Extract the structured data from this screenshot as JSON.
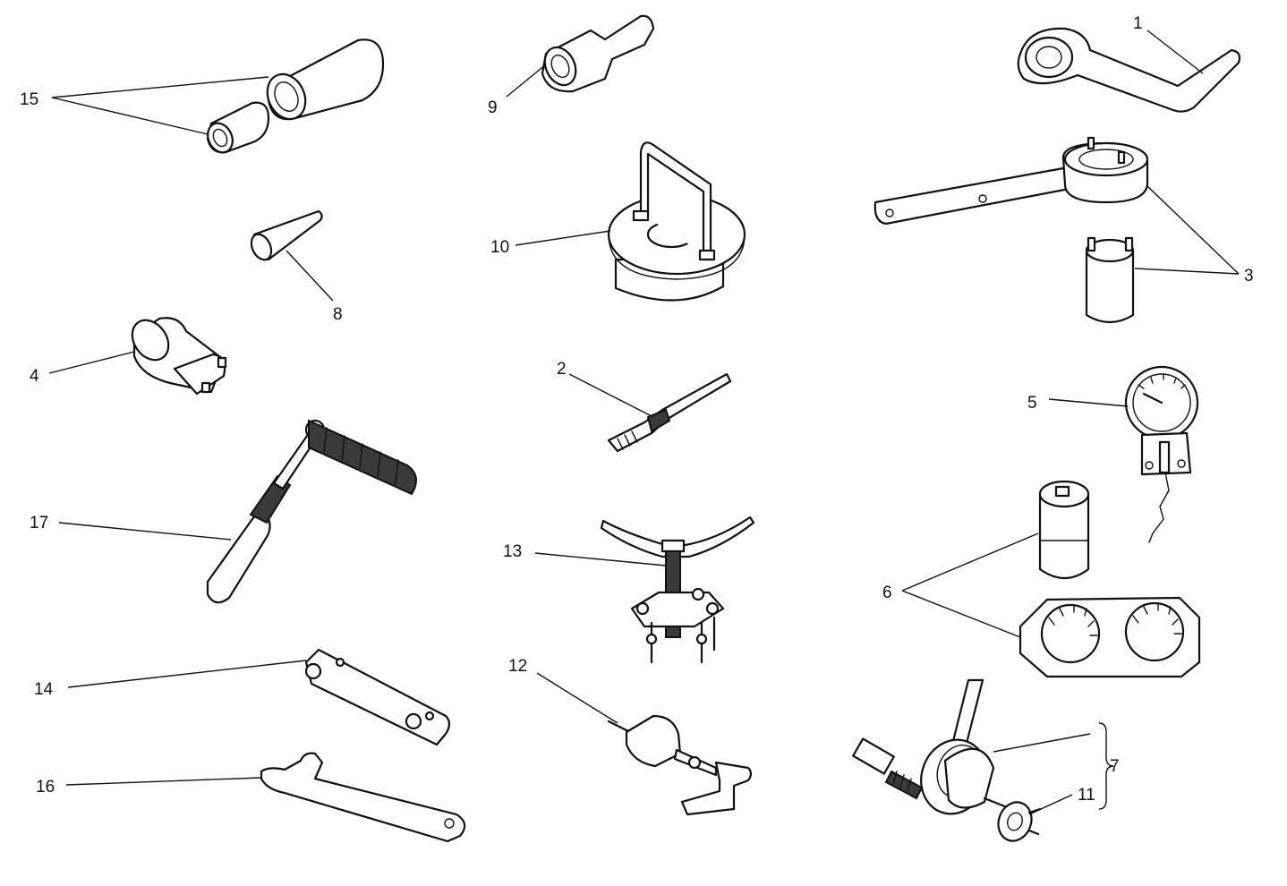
{
  "diagram": {
    "labels": {
      "l1": "1",
      "l2": "2",
      "l3": "3",
      "l4": "4",
      "l5": "5",
      "l6": "6",
      "l7": "7",
      "l8": "8",
      "l9": "9",
      "l10": "10",
      "l11": "11",
      "l12": "12",
      "l13": "13",
      "l14": "14",
      "l15": "15",
      "l16": "16",
      "l17": "17"
    }
  }
}
